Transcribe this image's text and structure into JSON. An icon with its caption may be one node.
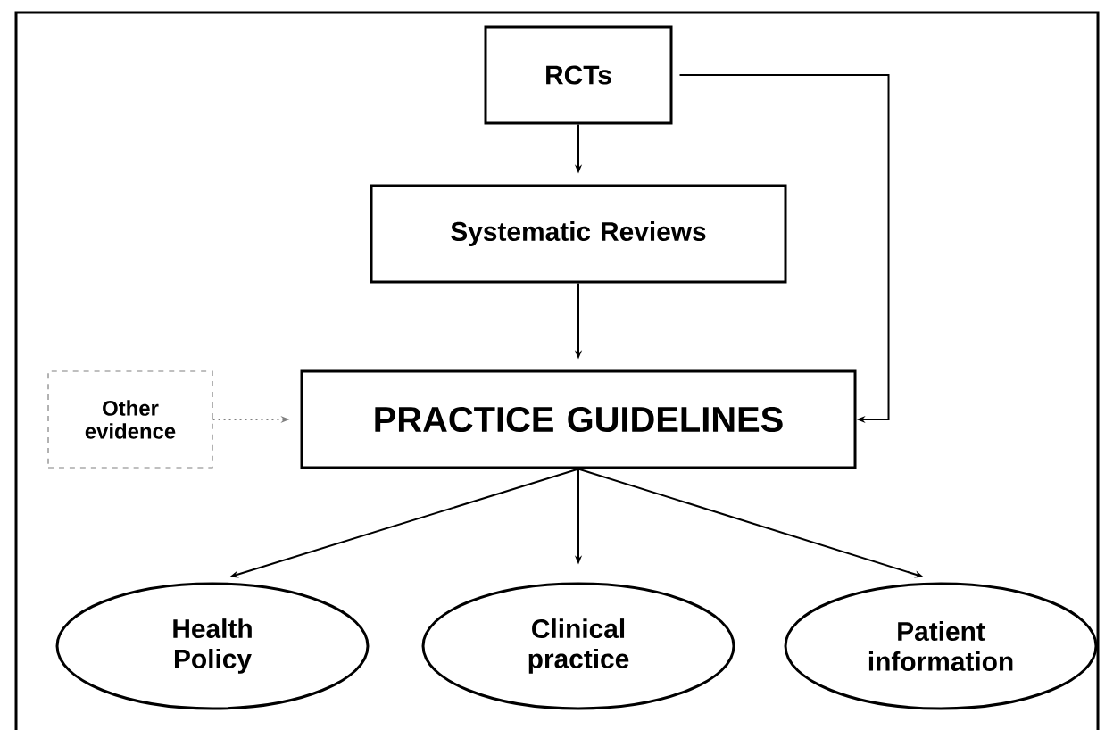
{
  "diagram": {
    "nodes": [
      {
        "text": [
          "RCTs"
        ]
      },
      {
        "text": [
          "Systematic Reviews"
        ]
      },
      {
        "text": [
          "PRACTICE GUIDELINES"
        ]
      },
      {
        "text": [
          "Other evidence"
        ]
      },
      {
        "text": [
          "Health Policy"
        ]
      },
      {
        "text": [
          "Clinical practice"
        ]
      },
      {
        "text": [
          "Patient information"
        ]
      }
    ],
    "edges": [
      {
        "from": 0,
        "to": 1,
        "arrow": "to"
      },
      {
        "from": 1,
        "to": 2,
        "arrow": "to"
      },
      {
        "from": 0,
        "to": 2,
        "arrow": "to"
      },
      {
        "from": 3,
        "to": 2,
        "arrow": "to",
        "style": "dashed",
        "color": "#808080"
      },
      {
        "from": 2,
        "to": 4,
        "arrow": "to"
      },
      {
        "from": 2,
        "to": 5,
        "arrow": "to"
      },
      {
        "from": 2,
        "to": 6,
        "arrow": "to"
      }
    ]
  }
}
